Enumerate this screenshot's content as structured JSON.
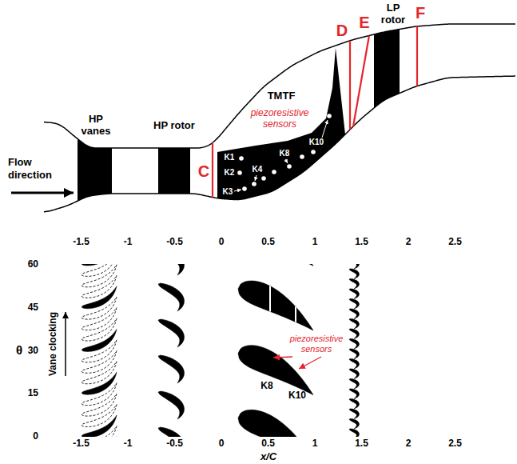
{
  "diagram": {
    "labels": [
      "HP vanes",
      "HP rotor",
      "TMTF",
      "piezoresistive sensors",
      "LP rotor",
      "C",
      "D",
      "E",
      "F",
      "Flow direction",
      "K1",
      "K2",
      "K3",
      "K4",
      "K8",
      "K10",
      "-1.5",
      "-1",
      "-0.5",
      "0",
      "0.5",
      "1",
      "1.5",
      "2",
      "2.5",
      "0",
      "15",
      "30",
      "45",
      "60",
      "θ",
      "Vane clocking",
      "piezoresistive sensors",
      "K8",
      "K10",
      "-1.5",
      "-1",
      "-0.5",
      "0",
      "0.5",
      "1",
      "1.5",
      "2",
      "2.5",
      "x/C"
    ]
  }
}
